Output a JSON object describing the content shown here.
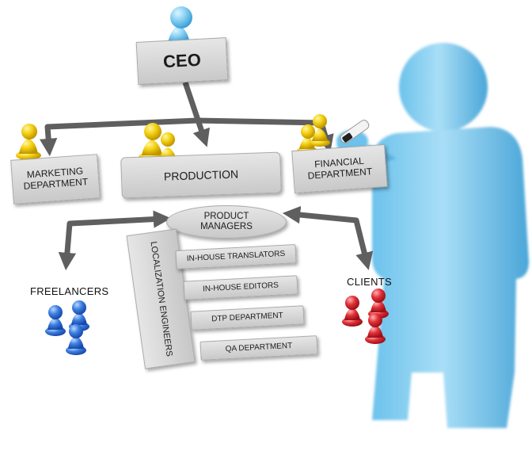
{
  "nodes": {
    "ceo": "CEO",
    "marketing": "MARKETING DEPARTMENT",
    "production": "PRODUCTION",
    "financial": "FINANCIAL DEPARTMENT",
    "product_managers": "PRODUCT MANAGERS",
    "localization": "LOCALIZATION ENGINEERS",
    "in_house_translators": "IN-HOUSE TRANSLATORS",
    "in_house_editors": "IN-HOUSE EDITORS",
    "dtp": "DTP DEPARTMENT",
    "qa": "QA DEPARTMENT",
    "freelancers": "FREELANCERS",
    "clients": "CLIENTS"
  },
  "colors": {
    "ceo_pawn": "#5bbbe8",
    "dept_pawn": "#f0c800",
    "freelancer_pawn": "#2f6fd8",
    "client_pawn": "#d8282e",
    "presenter": "#8fd0f2",
    "arrow": "#5f5f5f"
  }
}
